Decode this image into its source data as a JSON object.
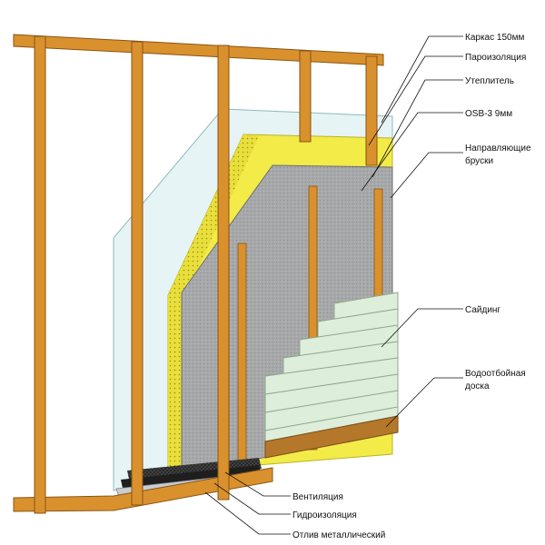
{
  "labels": {
    "frame": "Каркас 150мм",
    "vapor_barrier": "Пароизоляция",
    "insulation": "Утеплитель",
    "osb": "OSB-3 9мм",
    "battens_line1": "Направляющие",
    "battens_line2": "бруски",
    "siding": "Сайдинг",
    "drip_board_line1": "Водоотбойная",
    "drip_board_line2": "доска",
    "ventilation": "Вентиляция",
    "waterproofing": "Гидроизоляция",
    "metal_flashing": "Отлив металлический"
  },
  "colors": {
    "wood": "#D9912E",
    "wood_dark": "#8A5412",
    "vapor_film": "#E6F4F6",
    "insulation": "#F2EB48",
    "osb": "#A7A8AA",
    "siding": "#DDEEDB",
    "drip_board": "#B5772A",
    "membrane": "#2A2A2A"
  }
}
